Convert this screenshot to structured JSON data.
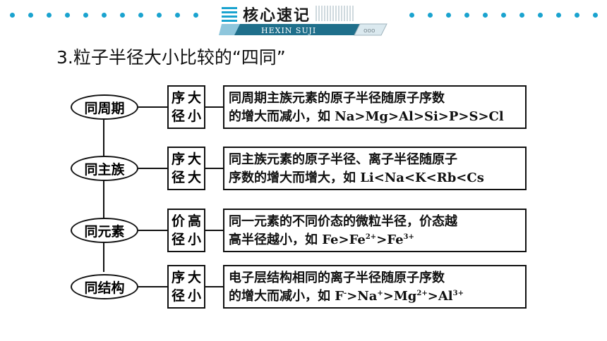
{
  "banner": {
    "title": "核心速记",
    "subtitle": "HEXIN SUJI"
  },
  "heading": "3.粒子半径大小比较的“四同”",
  "rows": [
    {
      "label": "同周期",
      "tag": [
        "序大",
        "径小"
      ],
      "line1": "同周期主族元素的原子半径随原子序数",
      "line2": "的增大而减小，如 Na>Mg>Al>Si>P>S>Cl"
    },
    {
      "label": "同主族",
      "tag": [
        "序大",
        "径大"
      ],
      "line1": "同主族元素的原子半径、离子半径随原子",
      "line2": "序数的增大而增大，如 Li<Na<K<Rb<Cs"
    },
    {
      "label": "同元素",
      "tag": [
        "价高",
        "径小"
      ],
      "line1": "同一元素的不同价态的微粒半径，价态越",
      "line2_parts": [
        "高半径越小，如 Fe>Fe",
        "2+",
        ">Fe",
        "3+"
      ]
    },
    {
      "label": "同结构",
      "tag": [
        "序大",
        "径小"
      ],
      "line1": "电子层结构相同的离子半径随原子序数",
      "line2_parts": [
        "的增大而减小，如 F",
        "-",
        ">Na",
        "+",
        ">Mg",
        "2+",
        ">Al",
        "3+"
      ]
    }
  ],
  "colors": {
    "dot": "#1aa3cf",
    "banner_bar": "#1f6f8b",
    "line": "#111111"
  }
}
